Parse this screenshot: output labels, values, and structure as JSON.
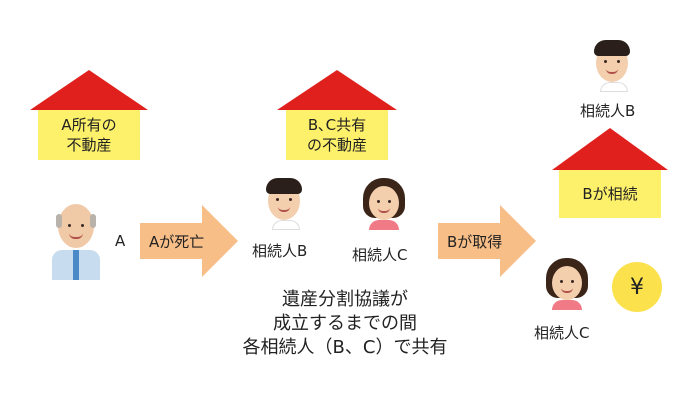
{
  "houses": {
    "a": {
      "line1": "A所有の",
      "line2": "不動産"
    },
    "bc": {
      "line1": "B､C共有",
      "line2": "の不動産"
    },
    "b": {
      "line1": "Bが相続"
    }
  },
  "colors": {
    "roof": "#e0201d",
    "house_body": "#fdf06a",
    "arrow": "#f7be87",
    "yen_coin": "#fbe24d"
  },
  "people": {
    "a_label": "A",
    "b_label_middle": "相続人B",
    "c_label_middle": "相続人C",
    "b_label_right": "相続人B",
    "c_label_right": "相続人C"
  },
  "arrows": {
    "first": "Aが死亡",
    "second": "Bが取得"
  },
  "caption": {
    "line1": "遺産分割協議が",
    "line2": "成立するまでの間",
    "line3": "各相続人（B、C）で共有"
  },
  "yen_symbol": "¥"
}
